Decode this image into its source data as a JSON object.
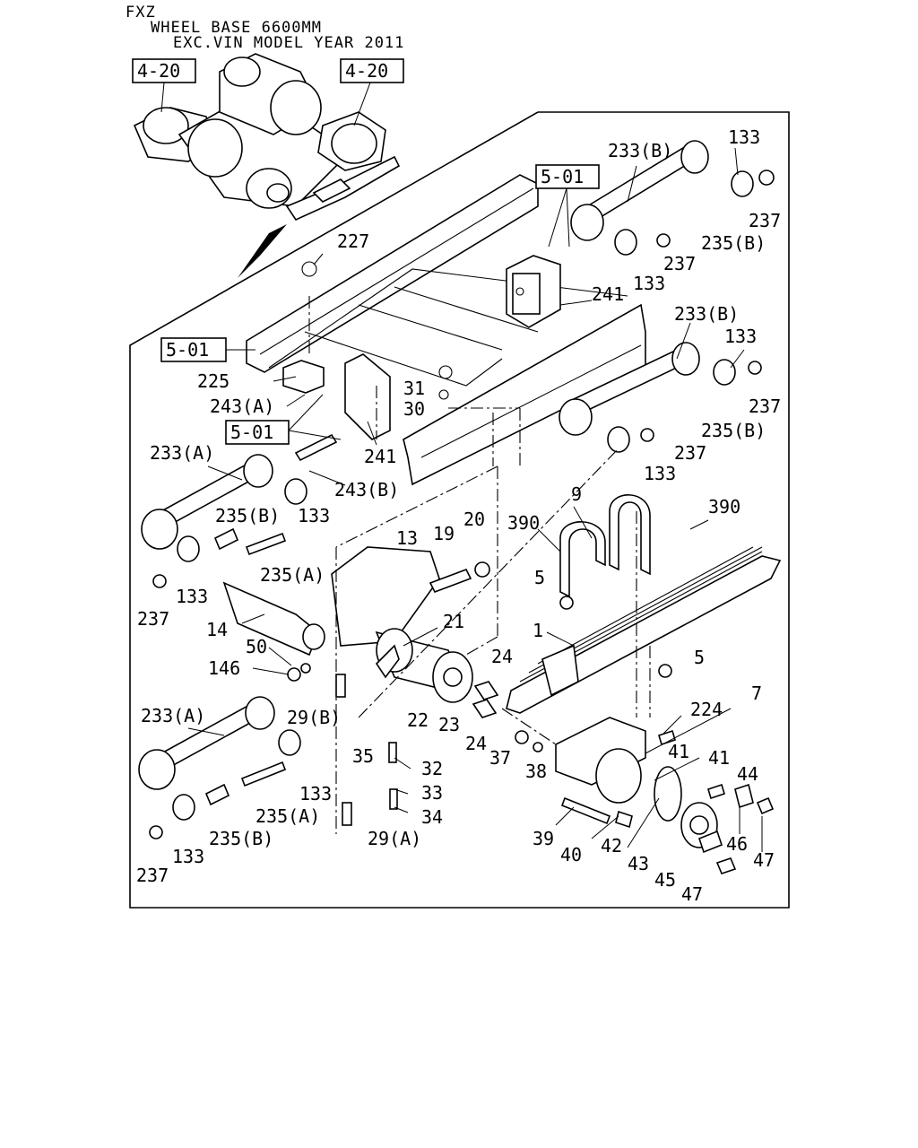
{
  "header": {
    "line1": "FXZ",
    "line2": "WHEEL BASE 6600MM",
    "line3": "EXC.VIN MODEL YEAR 2011"
  },
  "refs": [
    "4-20",
    "4-20",
    "5-01",
    "5-01",
    "5-01"
  ],
  "callouts": [
    "133",
    "233(B)",
    "237",
    "235(B)",
    "237",
    "133",
    "227",
    "241",
    "233(B)",
    "133",
    "237",
    "235(B)",
    "237",
    "133",
    "225",
    "243(A)",
    "31",
    "30",
    "241",
    "233(A)",
    "243(B)",
    "133",
    "235(B)",
    "235(A)",
    "237",
    "133",
    "13",
    "19",
    "20",
    "9",
    "390",
    "390",
    "5",
    "1",
    "14",
    "50",
    "146",
    "21",
    "24",
    "5",
    "7",
    "224",
    "233(A)",
    "29(B)",
    "22",
    "23",
    "24",
    "37",
    "38",
    "41",
    "41",
    "44",
    "35",
    "32",
    "133",
    "33",
    "34",
    "235(A)",
    "29(A)",
    "39",
    "40",
    "42",
    "43",
    "46",
    "47",
    "45",
    "47",
    "235(B)",
    "133",
    "237"
  ]
}
